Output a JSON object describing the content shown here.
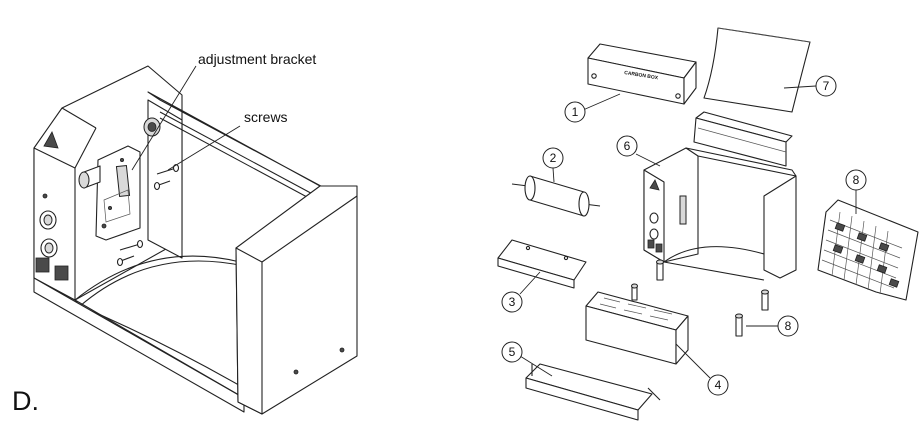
{
  "figure_label": "D.",
  "left_view": {
    "labels": {
      "adjustment_bracket": "adjustment bracket",
      "screws": "screws"
    }
  },
  "exploded_view": {
    "carbon_box_text": "CARBON BOX",
    "callouts": [
      "1",
      "2",
      "3",
      "4",
      "5",
      "6",
      "7",
      "8",
      "8"
    ]
  }
}
